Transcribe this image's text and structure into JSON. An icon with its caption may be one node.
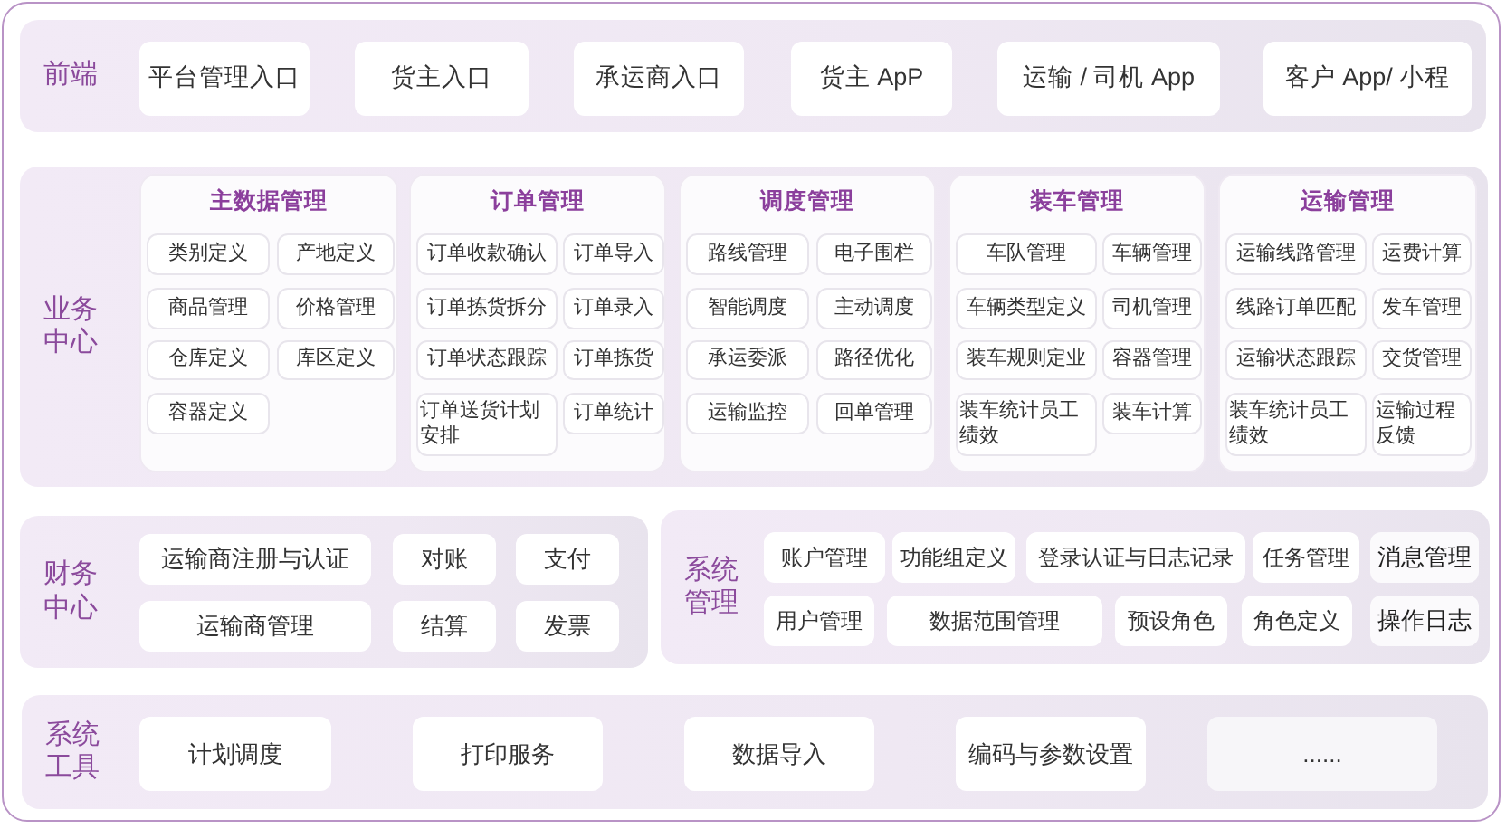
{
  "diagram": {
    "nodes": [
      {
        "text": [
          "前端"
        ]
      },
      {
        "text": [
          "平台管理入口"
        ],
        "in": 0
      },
      {
        "text": [
          "货主入口"
        ],
        "in": 0
      },
      {
        "text": [
          "承运商入口"
        ],
        "in": 0
      },
      {
        "text": [
          "货主 ApP"
        ],
        "in": 0
      },
      {
        "text": [
          "运输 / 司机 App"
        ],
        "in": 0
      },
      {
        "text": [
          "客户 App/ 小程"
        ],
        "in": 0
      },
      {
        "text": [
          "业务中心"
        ]
      },
      {
        "text": [
          "主数据管理"
        ],
        "in": 7
      },
      {
        "text": [
          "类别定义"
        ],
        "in": 8
      },
      {
        "text": [
          "产地定义"
        ],
        "in": 8
      },
      {
        "text": [
          "商品管理"
        ],
        "in": 8
      },
      {
        "text": [
          "价格管理"
        ],
        "in": 8
      },
      {
        "text": [
          "仓库定义"
        ],
        "in": 8
      },
      {
        "text": [
          "库区定义"
        ],
        "in": 8
      },
      {
        "text": [
          "容器定义"
        ],
        "in": 8
      },
      {
        "text": [
          "订单管理"
        ],
        "in": 7
      },
      {
        "text": [
          "订单收款确认"
        ],
        "in": 16
      },
      {
        "text": [
          "订单导入"
        ],
        "in": 16
      },
      {
        "text": [
          "订单拣货拆分"
        ],
        "in": 16
      },
      {
        "text": [
          "订单录入"
        ],
        "in": 16
      },
      {
        "text": [
          "订单状态跟踪"
        ],
        "in": 16
      },
      {
        "text": [
          "订单拣货"
        ],
        "in": 16
      },
      {
        "text": [
          "订单送货计划安排"
        ],
        "in": 16
      },
      {
        "text": [
          "订单统计"
        ],
        "in": 16
      },
      {
        "text": [
          "调度管理"
        ],
        "in": 7
      },
      {
        "text": [
          "路线管理"
        ],
        "in": 25
      },
      {
        "text": [
          "电子围栏"
        ],
        "in": 25
      },
      {
        "text": [
          "智能调度"
        ],
        "in": 25
      },
      {
        "text": [
          "主动调度"
        ],
        "in": 25
      },
      {
        "text": [
          "承运委派"
        ],
        "in": 25
      },
      {
        "text": [
          "路径优化"
        ],
        "in": 25
      },
      {
        "text": [
          "运输监控"
        ],
        "in": 25
      },
      {
        "text": [
          "回单管理"
        ],
        "in": 25
      },
      {
        "text": [
          "装车管理"
        ],
        "in": 7
      },
      {
        "text": [
          "车队管理"
        ],
        "in": 34
      },
      {
        "text": [
          "车辆管理"
        ],
        "in": 34
      },
      {
        "text": [
          "车辆类型定义"
        ],
        "in": 34
      },
      {
        "text": [
          "司机管理"
        ],
        "in": 34
      },
      {
        "text": [
          "装车规则定业"
        ],
        "in": 34
      },
      {
        "text": [
          "容器管理"
        ],
        "in": 34
      },
      {
        "text": [
          "装车统计员工绩效"
        ],
        "in": 34
      },
      {
        "text": [
          "装车计算"
        ],
        "in": 34
      },
      {
        "text": [
          "运输管理"
        ],
        "in": 7
      },
      {
        "text": [
          "运输线路管理"
        ],
        "in": 43
      },
      {
        "text": [
          "运费计算"
        ],
        "in": 43
      },
      {
        "text": [
          "线路订单匹配"
        ],
        "in": 43
      },
      {
        "text": [
          "发车管理"
        ],
        "in": 43
      },
      {
        "text": [
          "运输状态跟踪"
        ],
        "in": 43
      },
      {
        "text": [
          "交货管理"
        ],
        "in": 43
      },
      {
        "text": [
          "装车统计员工绩效"
        ],
        "in": 43
      },
      {
        "text": [
          "运输过程反馈"
        ],
        "in": 43
      },
      {
        "text": [
          "财务中心"
        ]
      },
      {
        "text": [
          "运输商注册与认证"
        ],
        "in": 52
      },
      {
        "text": [
          "对账"
        ],
        "in": 52
      },
      {
        "text": [
          "支付"
        ],
        "in": 52
      },
      {
        "text": [
          "运输商管理"
        ],
        "in": 52
      },
      {
        "text": [
          "结算"
        ],
        "in": 52
      },
      {
        "text": [
          "发票"
        ],
        "in": 52
      },
      {
        "text": [
          "系统管理"
        ]
      },
      {
        "text": [
          "账户管理"
        ],
        "in": 59
      },
      {
        "text": [
          "功能组定义"
        ],
        "in": 59
      },
      {
        "text": [
          "登录认证与日志记录"
        ],
        "in": 59
      },
      {
        "text": [
          "任务管理"
        ],
        "in": 59
      },
      {
        "text": [
          "消息管理"
        ],
        "in": 59
      },
      {
        "text": [
          "用户管理"
        ],
        "in": 59
      },
      {
        "text": [
          "数据范围管理"
        ],
        "in": 59
      },
      {
        "text": [
          "预设角色"
        ],
        "in": 59
      },
      {
        "text": [
          "角色定义"
        ],
        "in": 59
      },
      {
        "text": [
          "操作日志"
        ],
        "in": 59
      },
      {
        "text": [
          "系统工具"
        ]
      },
      {
        "text": [
          "计划调度"
        ],
        "in": 70
      },
      {
        "text": [
          "打印服务"
        ],
        "in": 70
      },
      {
        "text": [
          "数据导入"
        ],
        "in": 70
      },
      {
        "text": [
          "编码与参数设置"
        ],
        "in": 70
      },
      {
        "text": [
          "......"
        ],
        "in": 70
      }
    ]
  }
}
